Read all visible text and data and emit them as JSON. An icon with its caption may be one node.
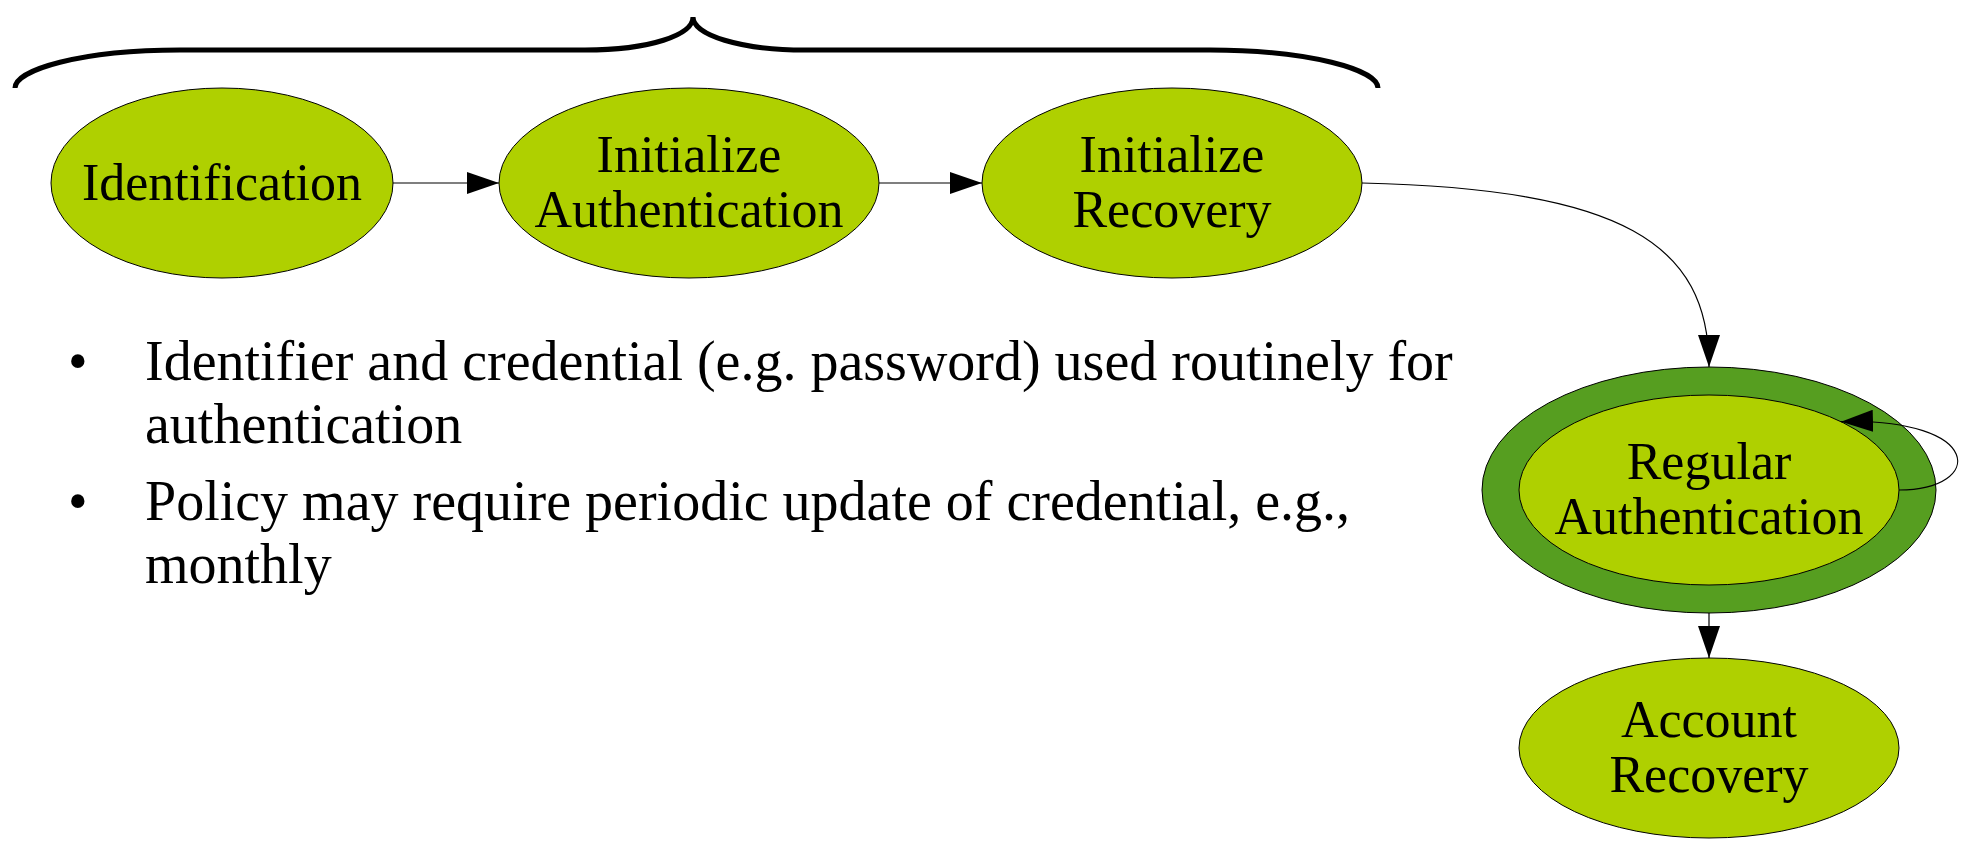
{
  "diagram": {
    "nodes": [
      {
        "text": [
          "Identification"
        ]
      },
      {
        "text": [
          "Initialize Authentication"
        ]
      },
      {
        "text": [
          "Initialize Recovery"
        ]
      },
      {
        "text": [
          "Regular Authentication"
        ]
      },
      {
        "text": [
          "Account Recovery"
        ]
      }
    ],
    "edges": [
      {
        "from": 0,
        "to": 1,
        "arrow": "to"
      },
      {
        "from": 1,
        "to": 2,
        "arrow": "to"
      },
      {
        "from": 2,
        "to": 3,
        "arrow": "to"
      },
      {
        "from": 3,
        "to": 3,
        "arrow": "to"
      },
      {
        "from": 3,
        "to": 4,
        "arrow": "to"
      }
    ],
    "labels": [
      "•",
      "Identifier and credential (e.g. password) used routinely for authentication",
      "•",
      "Policy may require periodic update of credential, e.g., monthly"
    ]
  }
}
